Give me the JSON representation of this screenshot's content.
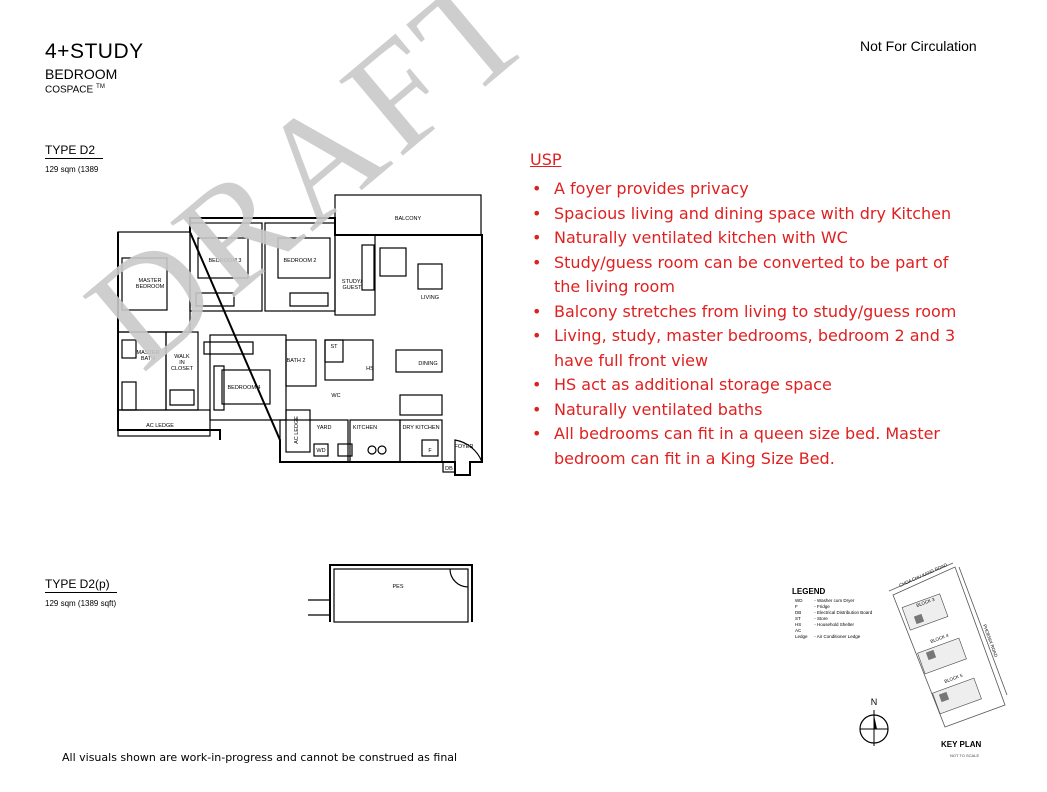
{
  "header": {
    "title": "4+STUDY",
    "subtitle": "BEDROOM",
    "brand": "COSPACE",
    "trademark": "TM",
    "notice": "Not For Circulation"
  },
  "type_d2": {
    "label": "TYPE D2",
    "area": "129 sqm  (1389"
  },
  "type_d2p": {
    "label": "TYPE D2(p)",
    "area": "129 sqm  (1389 sqft)"
  },
  "watermark": "DRAFT",
  "plan_labels": {
    "balcony": "BALCONY",
    "bedroom3": "BEDROOM 3",
    "bedroom2": "BEDROOM 2",
    "master_bedroom": "MASTER\nBEDROOM",
    "study_guest": "STUDY/\nGUEST",
    "living": "LIVING",
    "master_bath": "MASTER\nBATH",
    "walk_in_closet": "WALK\nIN\nCLOSET",
    "bath2": "BATH 2",
    "st": "ST",
    "hs": "HS",
    "dining": "DINING",
    "bedroom4": "BEDROOM 4",
    "wc": "WC",
    "ac_ledge": "AC LEDGE",
    "ac_ledge_v": "AC LEDGE",
    "yard": "YARD",
    "kitchen": "KITCHEN",
    "dry_kitchen": "DRY KITCHEN",
    "wd": "WD",
    "f": "F",
    "foyer": "FOYER",
    "db": "DB",
    "pes": "PES"
  },
  "usp": {
    "title": "USP",
    "items": [
      "A foyer provides privacy",
      "Spacious living and dining space with dry Kitchen",
      "Naturally ventilated kitchen with WC",
      "Study/guess room can be converted to be part of the living room",
      "Balcony stretches from living to study/guess room",
      "Living, study, master bedrooms, bedroom 2 and 3 have full front view",
      "HS act as additional storage space",
      "Naturally ventilated baths",
      "All bedrooms can fit in a queen size bed. Master bedroom can fit in a King Size Bed."
    ]
  },
  "legend": {
    "title": "LEGEND",
    "entries": [
      {
        "code": "WD",
        "desc": "Washer cum Dryer"
      },
      {
        "code": "F",
        "desc": "Fridge"
      },
      {
        "code": "DB",
        "desc": "Electrical Distribution Board"
      },
      {
        "code": "ST",
        "desc": "Store"
      },
      {
        "code": "HS",
        "desc": "Household Shelter"
      },
      {
        "code": "AC Ledge",
        "desc": "Air Conditioner Ledge"
      }
    ]
  },
  "key_plan": {
    "title": "KEY PLAN",
    "note": "NOT TO SCALE",
    "north": "N",
    "road1": "CHOA CHU KANG ROAD",
    "road2": "PHOENIX ROAD",
    "blocks": [
      "BLOCK 3",
      "BLOCK 4",
      "BLOCK 5"
    ]
  },
  "footer": "All visuals shown are work-in-progress and cannot be construed as final"
}
